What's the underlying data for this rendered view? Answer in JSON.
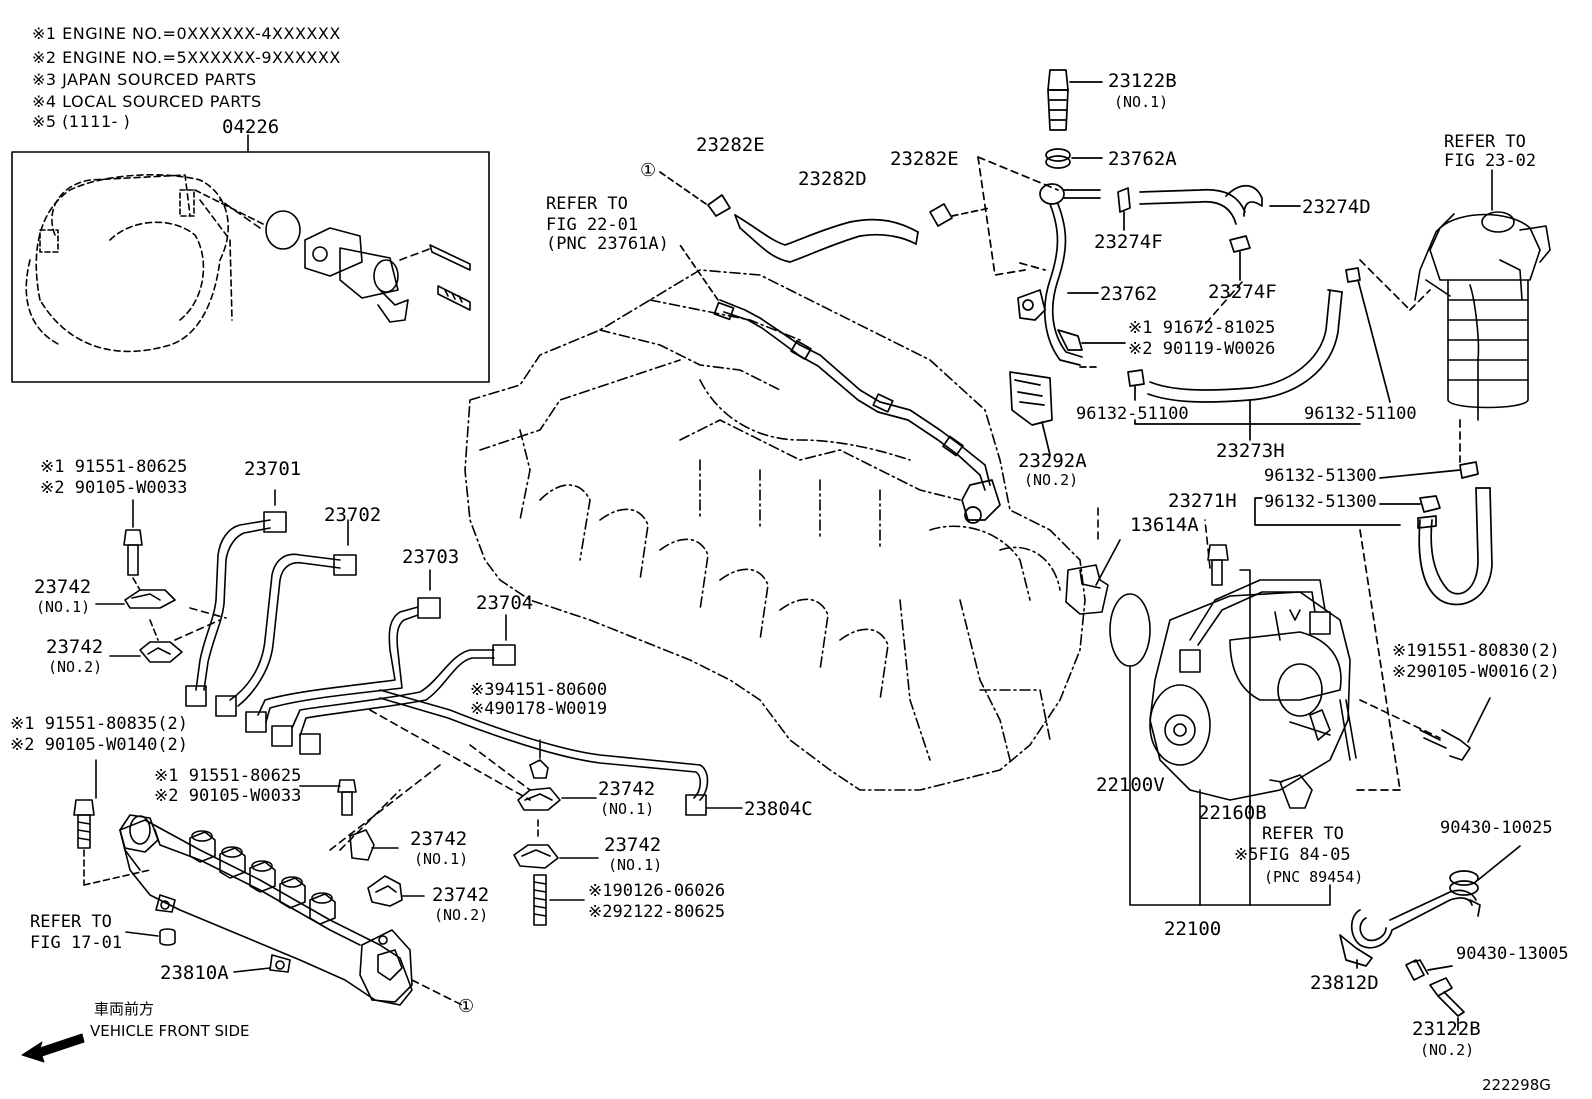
{
  "notes": [
    "※1  ENGINE NO.=0XXXXXX-4XXXXXX",
    "※2  ENGINE NO.=5XXXXXX-9XXXXXX",
    "※3 JAPAN SOURCED PARTS",
    "※4 LOCAL SOURCED PARTS",
    "※5 (1111-        )"
  ],
  "labels": {
    "p04226": "04226",
    "p23122B_1": "23122B",
    "p23122B_1_sub": "(NO.1)",
    "p23762A": "23762A",
    "p23274D": "23274D",
    "p23274F_a": "23274F",
    "p23274F_b": "23274F",
    "p23762": "23762",
    "p23282E_a": "23282E",
    "p23282D": "23282D",
    "p23282E_b": "23282E",
    "ref22_l1": "REFER TO",
    "ref22_l2": "FIG 22-01",
    "ref22_l3": "(PNC 23761A)",
    "refFig2302_l1": "REFER TO",
    "refFig2302_l2": "FIG 23-02",
    "n91672": "※1 91672-81025",
    "n90119": "※2 90119-W0026",
    "p96132_a": "96132-51100",
    "p96132_b": "96132-51100",
    "p23273H": "23273H",
    "p23292A": "23292A",
    "p23292A_sub": "(NO.2)",
    "p96132_c": "96132-51300",
    "p96132_d": "96132-51300",
    "p23271H": "23271H",
    "p13614A": "13614A",
    "n91551_80830": "※191551-80830(2)",
    "n90105_W0016": "※290105-W0016(2)",
    "p22100V": "22100V",
    "p22160B": "22160B",
    "ref84_l1": "REFER TO",
    "ref84_l2": "※5FIG 84-05",
    "ref84_l3": "(PNC 89454)",
    "p22100": "22100",
    "p90430_10025": "90430-10025",
    "p90430_13005": "90430-13005",
    "p23812D": "23812D",
    "p23122B_2": "23122B",
    "p23122B_2_sub": "(NO.2)",
    "n91551_80625_a": "※1 91551-80625",
    "n90105_W0033_a": "※2 90105-W0033",
    "p23701": "23701",
    "p23702": "23702",
    "p23703": "23703",
    "p23704": "23704",
    "p23742_no1_a": "23742",
    "p23742_no1_a_sub": "(NO.1)",
    "p23742_no2_a": "23742",
    "p23742_no2_a_sub": "(NO.2)",
    "n94151": "※394151-80600",
    "n90178": "※490178-W0019",
    "n91551_80835": "※1 91551-80835(2)",
    "n90105_W0140": "※2 90105-W0140(2)",
    "n91551_80625_b": "※1 91551-80625",
    "n90105_W0033_b": "※2 90105-W0033",
    "p23742_no1_b": "23742",
    "p23742_no1_b_sub": "(NO.1)",
    "p23742_no1_c": "23742",
    "p23742_no1_c_sub": "(NO.1)",
    "p23742_no1_d": "23742",
    "p23742_no1_d_sub": "(NO.1)",
    "p23742_no2_b": "23742",
    "p23742_no2_b_sub": "(NO.2)",
    "p23804C": "23804C",
    "n90126": "※190126-06026",
    "n92122": "※292122-80625",
    "ref17_l1": "REFER TO",
    "ref17_l2": "FIG 17-01",
    "p23810A": "23810A",
    "circle1_a": "①",
    "circle1_b": "①",
    "front_jp": "車両前方",
    "front_en": "VEHICLE FRONT SIDE",
    "figure_id": "222298G"
  }
}
